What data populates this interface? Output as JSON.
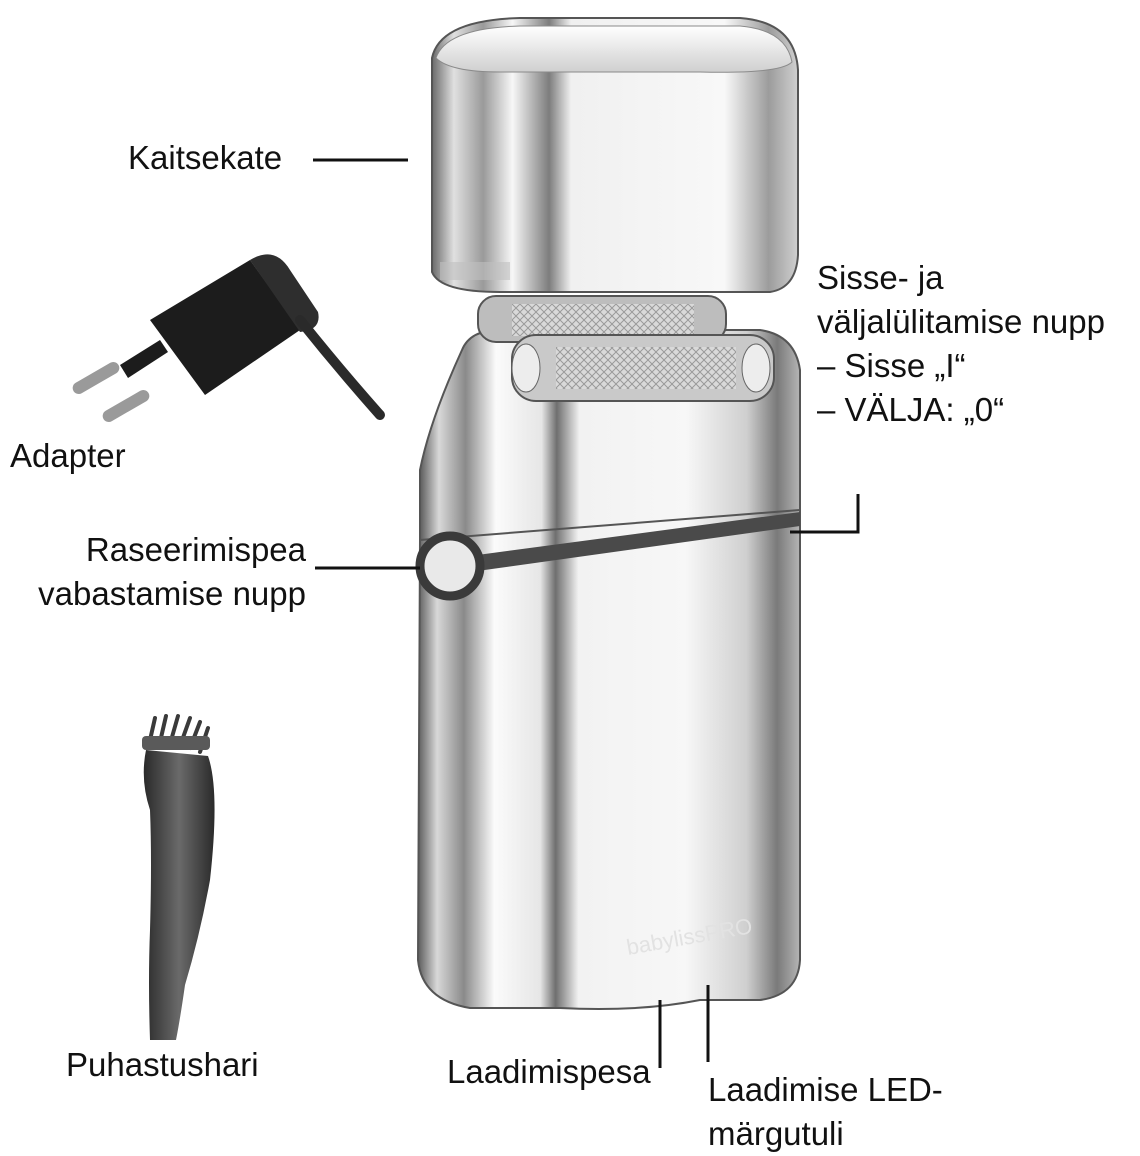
{
  "labels": {
    "cover": "Kaitsekate",
    "power_button": [
      "Sisse- ja",
      "väljalülitamise nupp",
      "– Sisse „I“",
      "– VÄLJA: „0“"
    ],
    "adapter": "Adapter",
    "head_release": [
      "Raseerimispea",
      "vabastamise nupp"
    ],
    "brush": "Puhastushari",
    "charging_port": "Laadimispesa",
    "charging_led": [
      "Laadimise LED-",
      "märgutuli"
    ]
  },
  "colors": {
    "chrome_light": "#f4f4f4",
    "chrome_dark": "#6a6a6a",
    "band": "#4a4a4a",
    "plug_black": "#1c1c1c",
    "leader_line": "#111111"
  },
  "icons": [
    "shaver-illustration",
    "cover-illustration",
    "adapter-illustration",
    "brush-illustration"
  ]
}
